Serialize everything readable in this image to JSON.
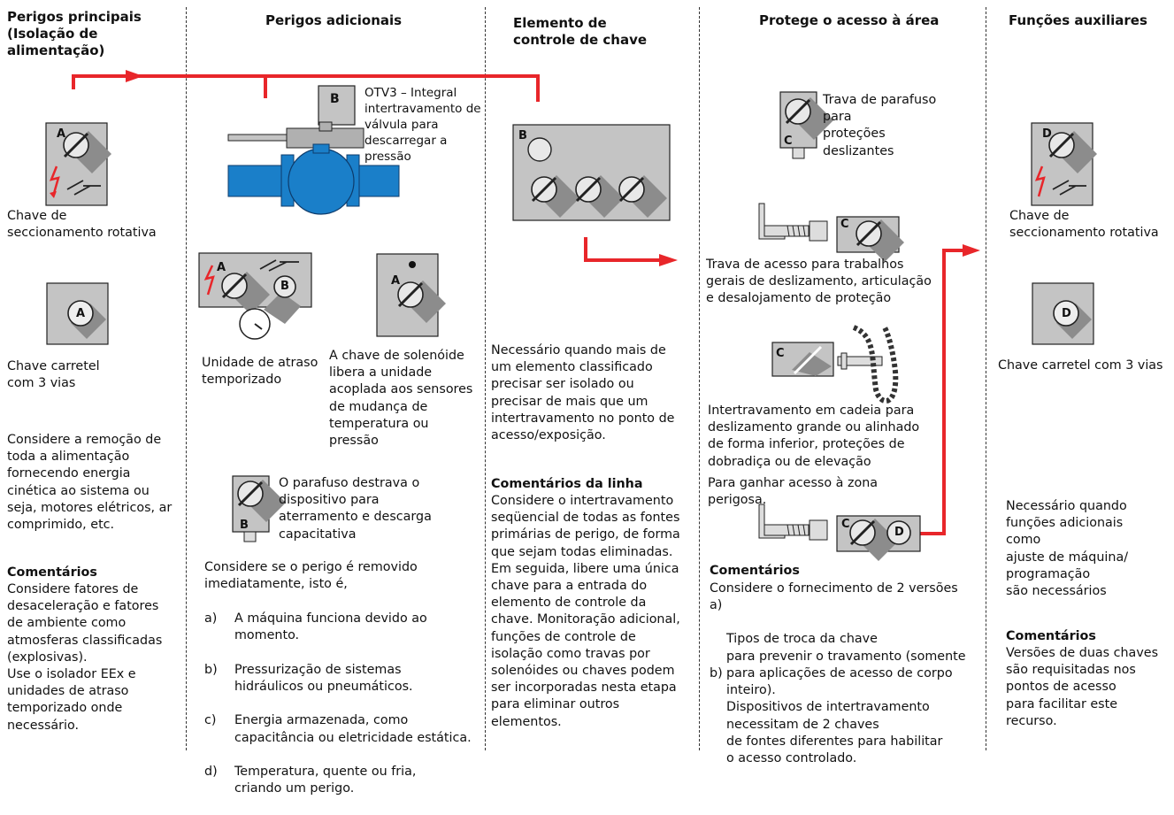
{
  "columns": {
    "c1": {
      "header": "Perigos principais\n(Isolação de\nalimentação)",
      "label_rotary": "Chave de\nseccionamento rotativa",
      "label_spool": "Chave carretel\ncom 3 vias",
      "body": "Considere a remoção de\ntoda a alimentação\nfornecendo energia\ncinética ao sistema ou\nseja, motores elétricos, ar\ncomprimido, etc.",
      "comments_title": "Comentários",
      "comments": "Considere fatores de\ndesaceleração e fatores\nde ambiente como\natmosferas classificadas\n(explosivas).\nUse o isolador EEx e\nunidades de atraso\ntemporizado onde\nnecessário."
    },
    "c2": {
      "header": "Perigos adicionais",
      "valve_label": "OTV3 – Integral\nintertravamento de\nválvula para\ndescarregar a\npressão",
      "delay_label": "Unidade de atraso\ntemporizado",
      "solenoid_label": "A chave de solenóide\nlibera a unidade\nacoplada aos sensores\nde mudança de\ntemperatura ou\npressão",
      "bolt_label": "O parafuso destrava o\ndispositivo para\naterramento e descarga\ncapacitativa",
      "intro": "Considere se o perigo é removido\nimediatamente, isto é,",
      "items": [
        {
          "letter": "a)",
          "text": "A máquina funciona devido ao\nmomento."
        },
        {
          "letter": "b)",
          "text": "Pressurização de sistemas\nhidráulicos ou pneumáticos."
        },
        {
          "letter": "c)",
          "text": "Energia armazenada, como\ncapacitância ou eletricidade estática."
        },
        {
          "letter": "d)",
          "text": "Temperatura, quente ou fria,\ncriando um perigo."
        }
      ]
    },
    "c3": {
      "header": "Elemento de\ncontrole de chave",
      "body": "Necessário quando mais de\num elemento classificado\nprecisar ser isolado ou\nprecisar de mais que um\nintertravamento no ponto de\nacesso/exposição.",
      "comments_title": "Comentários da linha",
      "comments": "Considere o intertravamento\nseqüencial de todas as fontes\nprimárias de perigo, de forma\nque sejam todas eliminadas.\nEm seguida, libere uma única\nchave para a entrada do\nelemento de controle da\nchave. Monitoração adicional,\nfunções de controle de\nisolação como travas por\nsolenóides ou chaves podem\nser incorporadas nesta etapa\npara eliminar outros\nelementos."
    },
    "c4": {
      "header": "Protege o acesso à área",
      "bolt_label": "Trava de parafuso\npara\nproteções\ndeslizantes",
      "access_label": "Trava de acesso para trabalhos\ngerais de deslizamento, articulação\ne desalojamento de proteção",
      "chain_label": "Intertravamento em cadeia para\ndeslizamento grande ou alinhado\nde forma inferior, proteções de\ndobradiça ou de elevação",
      "zone_label": "Para ganhar acesso à zona\nperigosa.",
      "comments_title": "Comentários",
      "intro": "Considere o fornecimento de 2 versões",
      "item_a_letter": "a)",
      "item_a": "Tipos de troca da chave\n  para prevenir o travamento (somente\n  para aplicações de acesso de corpo\ninteiro).",
      "item_b_letter": "b)",
      "item_b": "Dispositivos de intertravamento\n  necessitam de 2 chaves\n  de fontes diferentes para habilitar\n  o acesso controlado."
    },
    "c5": {
      "header": "Funções auxiliares",
      "label_rotary": "Chave de\nseccionamento rotativa",
      "label_spool": "Chave carretel com 3 vias",
      "body": "Necessário quando\nfunções adicionais\ncomo\najuste de máquina/\nprogramação\nsão necessários",
      "comments_title": "Comentários",
      "comments": "Versões de duas chaves\nsão requisitadas nos\npontos de acesso\npara facilitar este\nrecurso."
    }
  },
  "key_letters": {
    "a": "A",
    "b": "B",
    "c": "C",
    "d": "D"
  },
  "colors": {
    "arrow": "#e8262a",
    "device_fill": "#c4c4c4",
    "shadow": "#8c8c8c",
    "pipe": "#1a7fc9",
    "valve_top": "#b0b0b0"
  }
}
